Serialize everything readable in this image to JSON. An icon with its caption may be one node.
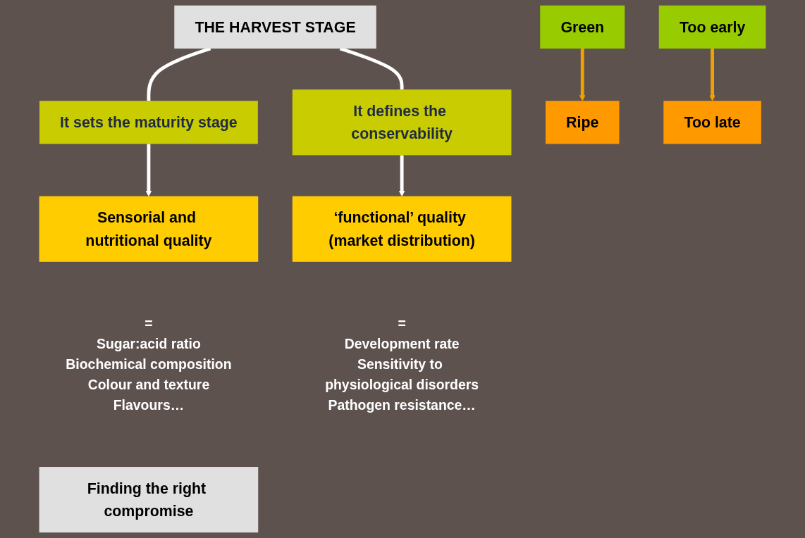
{
  "diagram": {
    "nodes": [
      {
        "text": [
          "THE HARVEST STAGE"
        ]
      },
      {
        "text": [
          "It sets the maturity stage"
        ]
      },
      {
        "text": [
          "It defines the conservability"
        ]
      },
      {
        "text": [
          "Sensorial and nutritional quality"
        ],
        "beside": [
          "=",
          "Sugar:acid ratio",
          "Biochemical composition",
          "Colour and texture",
          "Flavours…"
        ]
      },
      {
        "text": [
          "‘functional’ quality (market distribution)"
        ],
        "beside": [
          "=",
          "Development rate",
          "Sensitivity to physiological disorders",
          "Pathogen resistance…"
        ]
      },
      {
        "text": [
          "Green"
        ]
      },
      {
        "text": [
          "Ripe"
        ]
      },
      {
        "text": [
          "Too early"
        ]
      },
      {
        "text": [
          "Too late"
        ]
      },
      {
        "text": [
          "Finding the right compromise"
        ]
      }
    ],
    "edges": [
      {
        "from": 0,
        "to": 1,
        "arrow": "none",
        "color": "#ffffff"
      },
      {
        "from": 0,
        "to": 2,
        "arrow": "none",
        "color": "#ffffff"
      },
      {
        "from": 1,
        "to": 3,
        "arrow": "to",
        "color": "#ffffff"
      },
      {
        "from": 2,
        "to": 4,
        "arrow": "to",
        "color": "#ffffff"
      },
      {
        "from": 5,
        "to": 6,
        "arrow": "to",
        "color": "#f0a000"
      },
      {
        "from": 7,
        "to": 8,
        "arrow": "to",
        "color": "#f0a000"
      }
    ]
  }
}
